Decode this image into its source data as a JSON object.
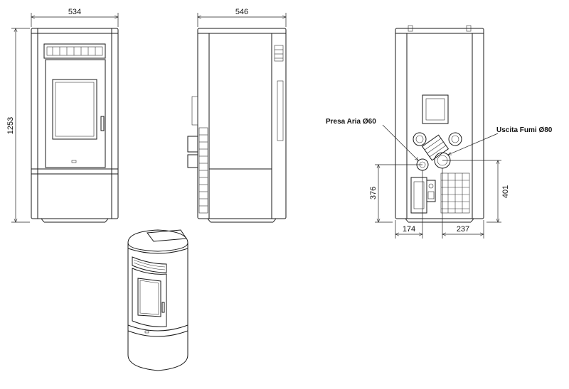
{
  "dimensions": {
    "front_width": "534",
    "side_depth": "546",
    "height": "1253",
    "rear_air_inlet_height": "376",
    "rear_flue_height": "401",
    "rear_air_inlet_offset": "174",
    "rear_flue_offset": "237"
  },
  "labels": {
    "air_inlet": "Presa Aria Ø60",
    "flue_outlet": "Uscita Fumi Ø80"
  }
}
